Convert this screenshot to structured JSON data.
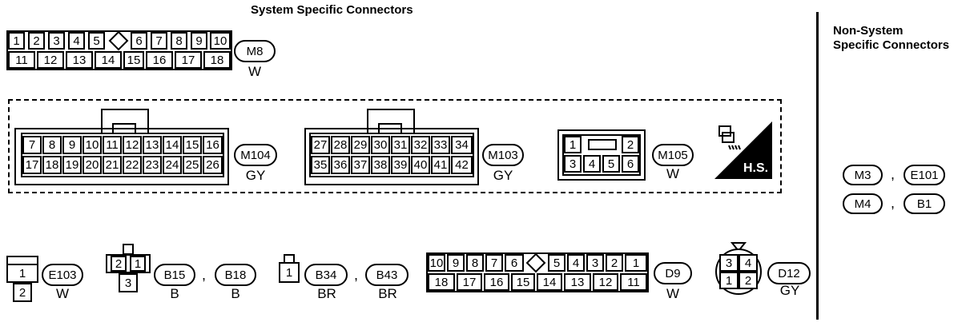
{
  "titles": {
    "system": "System Specific Connectors",
    "nonsystem_line1": "Non-System",
    "nonsystem_line2": "Specific Connectors"
  },
  "m8": {
    "top": [
      "1",
      "2",
      "3",
      "4",
      "5",
      "6",
      "7",
      "8",
      "9",
      "10"
    ],
    "bottom": [
      "11",
      "12",
      "13",
      "14",
      "15",
      "16",
      "17",
      "18"
    ],
    "id": "M8",
    "color": "W"
  },
  "m104": {
    "top": [
      "7",
      "8",
      "9",
      "10",
      "11",
      "12",
      "13",
      "14",
      "15",
      "16"
    ],
    "bottom": [
      "17",
      "18",
      "19",
      "20",
      "21",
      "22",
      "23",
      "24",
      "25",
      "26"
    ],
    "id": "M104",
    "color": "GY"
  },
  "m103": {
    "top": [
      "27",
      "28",
      "29",
      "30",
      "31",
      "32",
      "33",
      "34"
    ],
    "bottom": [
      "35",
      "36",
      "37",
      "38",
      "39",
      "40",
      "41",
      "42"
    ],
    "id": "M103",
    "color": "GY"
  },
  "m105": {
    "pins": [
      "1",
      "2",
      "3",
      "4",
      "5",
      "6"
    ],
    "id": "M105",
    "color": "W"
  },
  "hs_label": "H.S.",
  "e103": {
    "pins": [
      "1",
      "2"
    ],
    "id": "E103",
    "color": "W"
  },
  "b15": {
    "pins": [
      "2",
      "1",
      "3"
    ],
    "id": "B15",
    "color": "B"
  },
  "b18": {
    "id": "B18",
    "color": "B"
  },
  "b34": {
    "pins": [
      "1"
    ],
    "id": "B34",
    "color": "BR"
  },
  "b43": {
    "id": "B43",
    "color": "BR"
  },
  "d9": {
    "top": [
      "10",
      "9",
      "8",
      "7",
      "6",
      "5",
      "4",
      "3",
      "2",
      "1"
    ],
    "bottom": [
      "18",
      "17",
      "16",
      "15",
      "14",
      "13",
      "12",
      "11"
    ],
    "id": "D9",
    "color": "W"
  },
  "d12": {
    "pins": [
      "3",
      "4",
      "1",
      "2"
    ],
    "id": "D12",
    "color": "GY"
  },
  "nonsystem": {
    "row1": [
      "M3",
      "E101"
    ],
    "row2": [
      "M4",
      "B1"
    ]
  },
  "comma": ","
}
